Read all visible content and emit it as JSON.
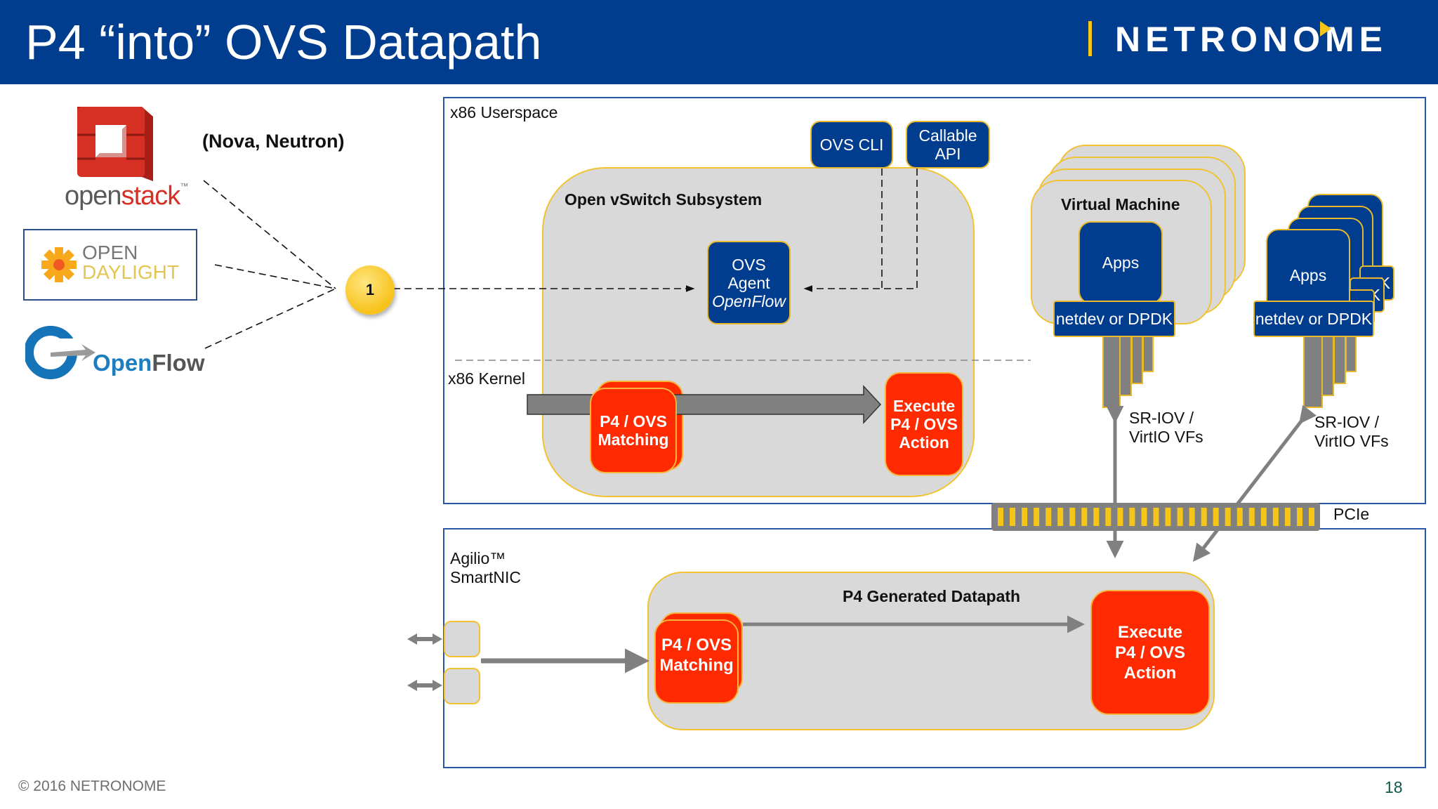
{
  "header": {
    "title": "P4 “into” OVS Datapath",
    "brand": "NETRONOME"
  },
  "left_panel": {
    "control_caption": "(Nova, Neutron)",
    "logos": [
      {
        "name": "openstack",
        "text_a": "open",
        "text_b": "stack",
        "tm": "™"
      },
      {
        "name": "opendaylight",
        "line1": "OPEN",
        "line2": "DAYLIGHT"
      },
      {
        "name": "openflow",
        "text_a": "Open",
        "text_b": "Flow"
      }
    ],
    "step_badge": "1"
  },
  "userspace": {
    "label": "x86 Userspace",
    "ovs_cli": "OVS CLI",
    "callable_api": [
      "Callable",
      "API"
    ],
    "ovs_subsystem_title": "Open vSwitch Subsystem",
    "ovs_agent": [
      "OVS",
      "Agent",
      "OpenFlow"
    ],
    "vm": {
      "title": "Virtual Machine",
      "apps": "Apps",
      "netdev": "netdev or DPDK"
    },
    "container": {
      "apps": "Apps",
      "netdev": "netdev or DPDK",
      "stack_suffix": "K"
    },
    "vf_labels": [
      [
        "SR-IOV /",
        "VirtIO VFs"
      ],
      [
        "SR-IOV /",
        "VirtIO VFs"
      ]
    ]
  },
  "kernel": {
    "label": "x86 Kernel",
    "matching": [
      "P4 / OVS",
      "Matching"
    ],
    "action": [
      "Execute",
      "P4 / OVS",
      "Action"
    ]
  },
  "pcie": {
    "label": "PCIe",
    "lane_count": 27
  },
  "smartnic": {
    "label": [
      "Agilio™",
      "SmartNIC"
    ],
    "datapath_title": "P4 Generated Datapath",
    "matching": [
      "P4 / OVS",
      "Matching"
    ],
    "action": [
      "Execute",
      "P4 / OVS",
      "Action"
    ]
  },
  "colors": {
    "brand_blue": "#003D8F",
    "accent_yellow": "#F5C518",
    "p4_red": "#FF2A00",
    "panel_gray": "#D9D9D9",
    "arrow_gray": "#808080"
  },
  "footer": {
    "copyright": "© 2016 NETRONOME",
    "page_number": "18"
  }
}
